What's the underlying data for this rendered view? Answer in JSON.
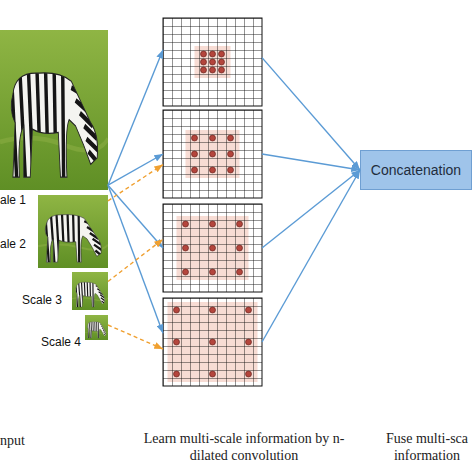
{
  "diagram": {
    "nodes": [
      {
        "text": [
          "ale 1"
        ]
      },
      {
        "text": [
          "ale 2"
        ]
      },
      {
        "text": [
          "Scale 3"
        ]
      },
      {
        "text": [
          "Scale 4"
        ]
      },
      {
        "text": []
      },
      {
        "text": []
      },
      {
        "text": []
      },
      {
        "text": []
      },
      {
        "text": [
          "Concatenation"
        ]
      }
    ],
    "edges": [
      {
        "from": 0,
        "to": 4,
        "arrow": "to"
      },
      {
        "from": 0,
        "to": 5,
        "arrow": "to"
      },
      {
        "from": 0,
        "to": 6,
        "arrow": "to"
      },
      {
        "from": 0,
        "to": 7,
        "arrow": "to"
      },
      {
        "from": 1,
        "to": 5,
        "arrow": "to"
      },
      {
        "from": 2,
        "to": 6,
        "arrow": "to"
      },
      {
        "from": 3,
        "to": 7,
        "arrow": "to"
      },
      {
        "from": 4,
        "to": 8,
        "arrow": "to"
      },
      {
        "from": 5,
        "to": 8,
        "arrow": "to"
      },
      {
        "from": 6,
        "to": 8,
        "arrow": "to"
      },
      {
        "from": 7,
        "to": 8,
        "arrow": "to"
      }
    ],
    "labels": [
      "nput",
      "Learn multi-scale information by n-dilated convolution",
      "Fuse multi-sca information"
    ]
  }
}
